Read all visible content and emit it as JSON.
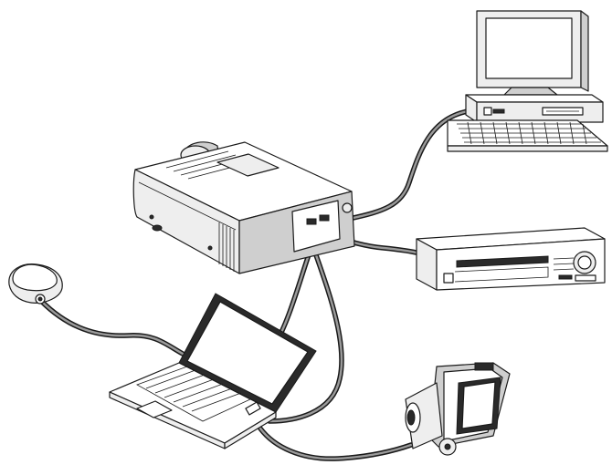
{
  "devices": [
    {
      "id": "projector",
      "icon": "projector-icon"
    },
    {
      "id": "desktop-computer",
      "icon": "desktop-computer-icon"
    },
    {
      "id": "vcr",
      "icon": "vcr-icon"
    },
    {
      "id": "laptop",
      "icon": "laptop-icon"
    },
    {
      "id": "camcorder",
      "icon": "camcorder-icon"
    },
    {
      "id": "remote-receiver",
      "icon": "mouse-receiver-icon"
    }
  ],
  "connections": [
    {
      "from": "projector",
      "to": "desktop-computer"
    },
    {
      "from": "projector",
      "to": "vcr"
    },
    {
      "from": "projector",
      "to": "laptop"
    },
    {
      "from": "projector",
      "to": "camcorder"
    },
    {
      "from": "laptop",
      "to": "remote-receiver"
    },
    {
      "from": "laptop",
      "to": "camcorder"
    }
  ],
  "colors": {
    "line": "#1a1a1a",
    "cable_core": "#9a9a9a",
    "background": "#ffffff"
  }
}
